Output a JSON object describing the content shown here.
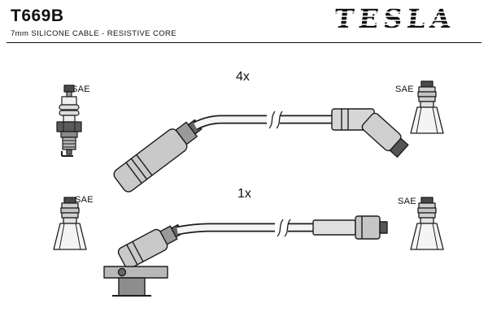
{
  "header": {
    "part_number": "T669B",
    "subtitle": "7mm SILICONE CABLE - RESISTIVE CORE",
    "brand": "TESLA"
  },
  "rows": [
    {
      "qty": "4x",
      "left_label": "SAE",
      "right_label": "SAE"
    },
    {
      "qty": "1x",
      "left_label": "SAE",
      "right_label": "SAE"
    }
  ],
  "colors": {
    "line": "#1c1c1c",
    "background": "#ffffff",
    "boot_fill": "#c9c9c9",
    "dark_fill": "#555555"
  }
}
